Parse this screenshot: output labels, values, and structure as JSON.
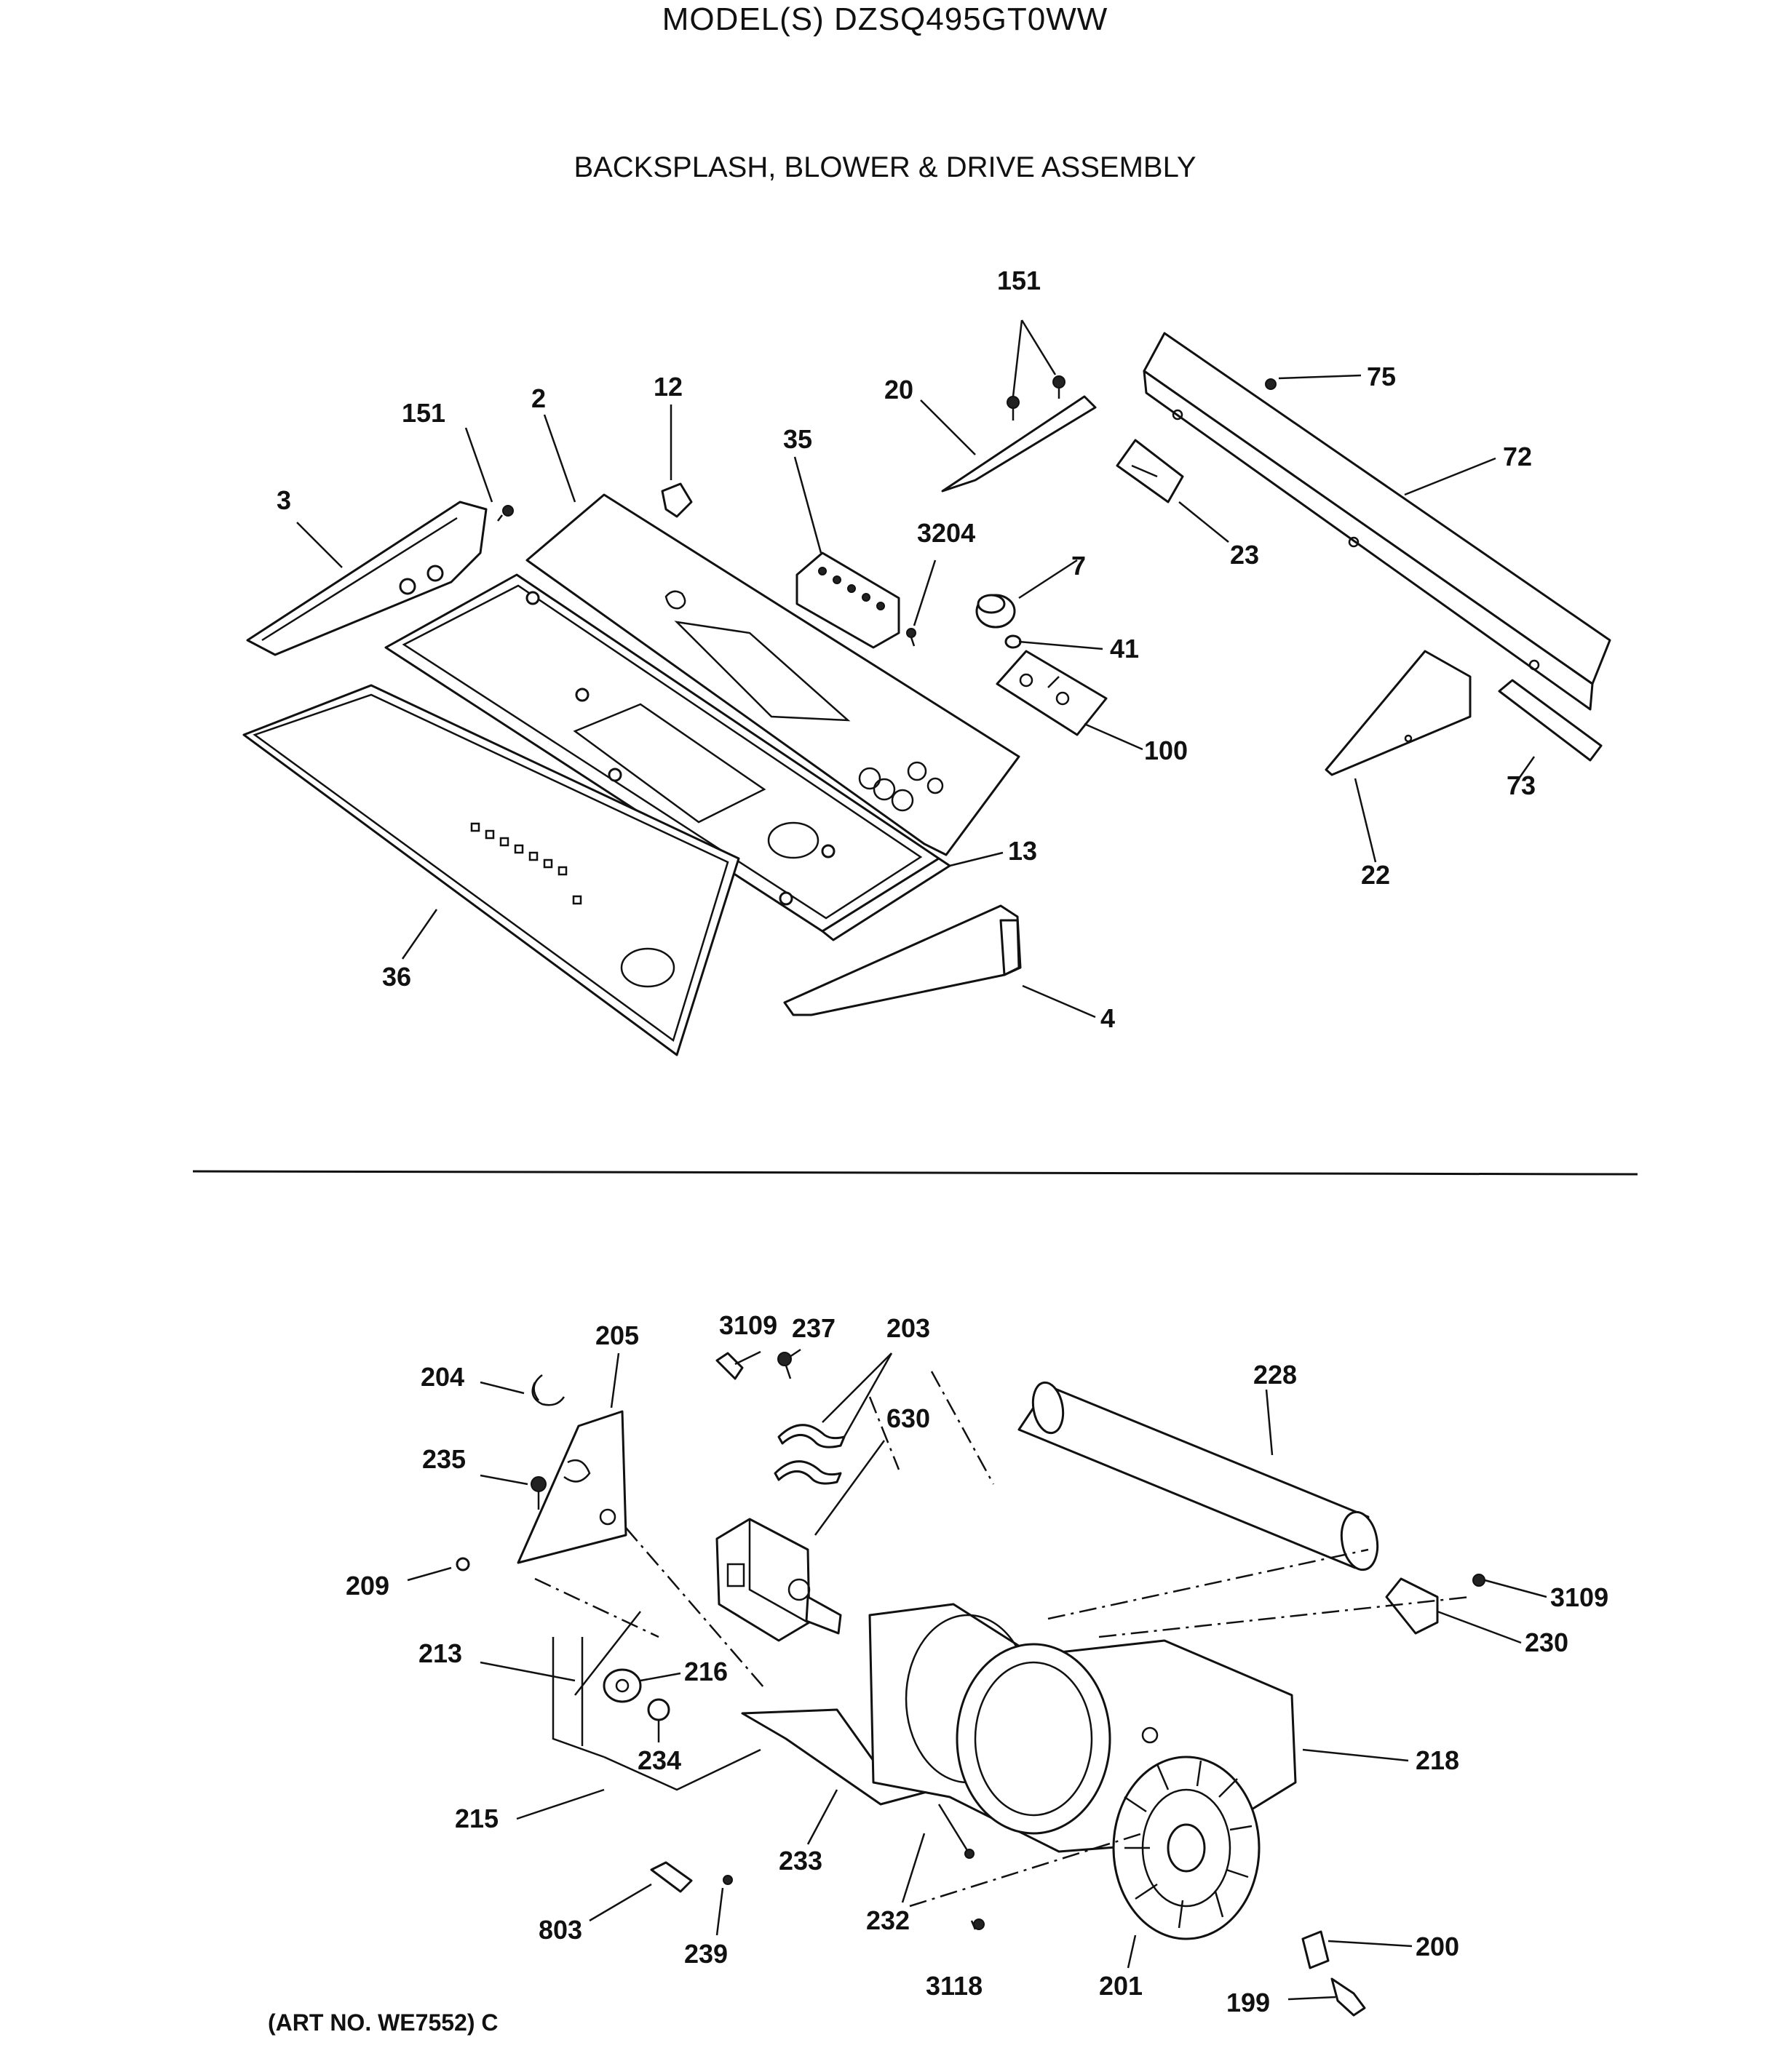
{
  "page": {
    "title": "MODEL(S) DZSQ495GT0WW",
    "section_title": "BACKSPLASH, BLOWER & DRIVE ASSEMBLY",
    "art_number": "(ART NO. WE7552) C"
  },
  "callouts_backsplash": [
    "151",
    "151",
    "2",
    "12",
    "35",
    "20",
    "75",
    "72",
    "3",
    "3204",
    "7",
    "23",
    "41",
    "100",
    "73",
    "22",
    "13",
    "36",
    "4"
  ],
  "callouts_blower_drive": [
    "3109",
    "237",
    "203",
    "205",
    "204",
    "630",
    "228",
    "235",
    "209",
    "3109",
    "230",
    "213",
    "216",
    "234",
    "218",
    "215",
    "233",
    "232",
    "803",
    "239",
    "200",
    "3118",
    "201",
    "199"
  ]
}
